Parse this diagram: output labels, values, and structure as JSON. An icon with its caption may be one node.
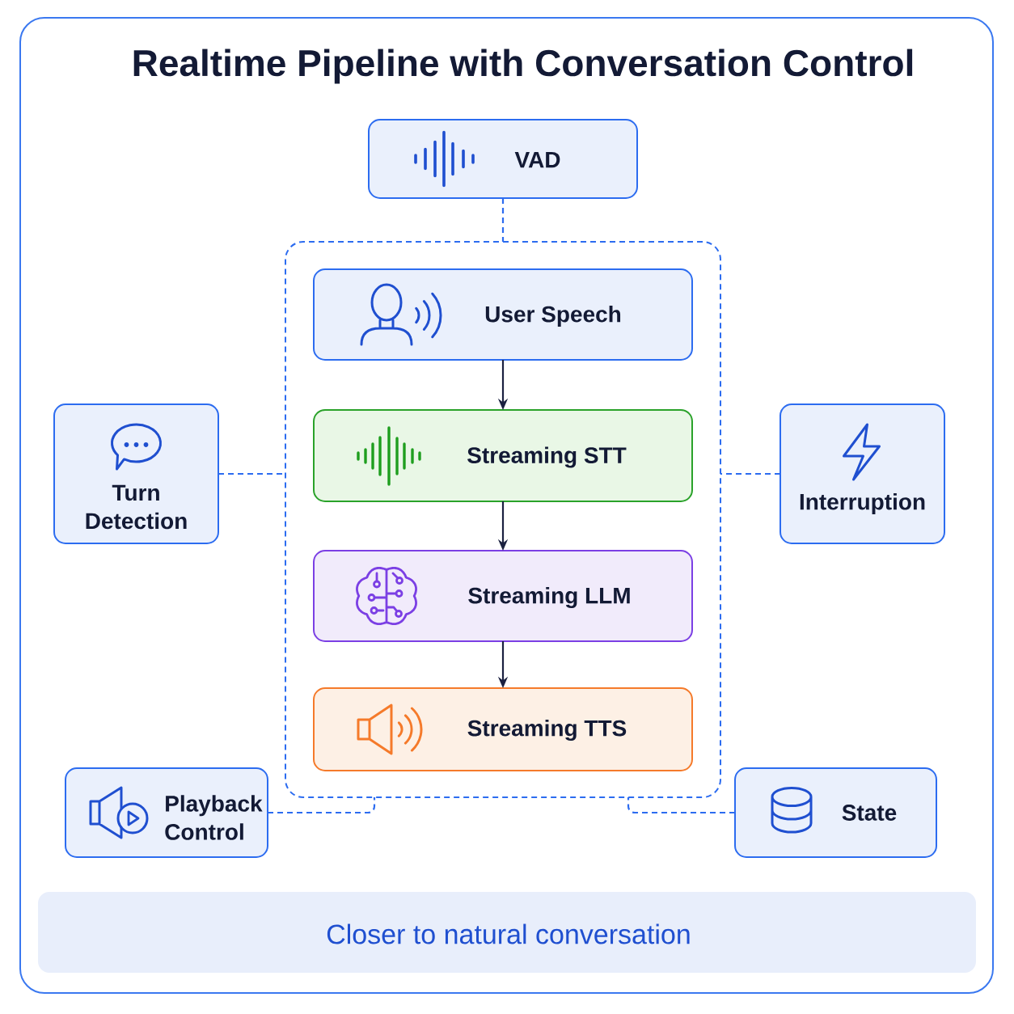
{
  "diagram": {
    "title": "Realtime Pipeline with Conversation Control",
    "nodes": [
      {
        "text": [
          "VAD"
        ]
      },
      {
        "text": [],
        "shape": "box"
      },
      {
        "text": [
          "User Speech"
        ],
        "in": 1
      },
      {
        "text": [
          "Streaming STT"
        ],
        "in": 1
      },
      {
        "text": [
          "Streaming LLM"
        ],
        "in": 1
      },
      {
        "text": [
          "Streaming TTS"
        ],
        "in": 1
      },
      {
        "text": [
          "Turn Detection"
        ]
      },
      {
        "text": [
          "Interruption"
        ]
      },
      {
        "text": [
          "Playback Control"
        ]
      },
      {
        "text": [
          "State"
        ]
      },
      {
        "text": [
          "Closer to natural conversation"
        ]
      }
    ],
    "edges": [
      {
        "from": 0,
        "to": 1,
        "arrow": "none",
        "style": "dashed"
      },
      {
        "from": 2,
        "to": 3,
        "arrow": "to",
        "color": "#1b2140"
      },
      {
        "from": 3,
        "to": 4,
        "arrow": "to",
        "color": "#1b2140"
      },
      {
        "from": 4,
        "to": 5,
        "arrow": "to",
        "color": "#1b2140"
      },
      {
        "from": 6,
        "to": 1,
        "arrow": "none",
        "style": "dashed"
      },
      {
        "from": 7,
        "to": 1,
        "arrow": "none",
        "style": "dashed"
      },
      {
        "from": 8,
        "to": 1,
        "arrow": "none",
        "style": "dashed"
      },
      {
        "from": 9,
        "to": 1,
        "arrow": "none",
        "style": "dashed"
      }
    ]
  }
}
